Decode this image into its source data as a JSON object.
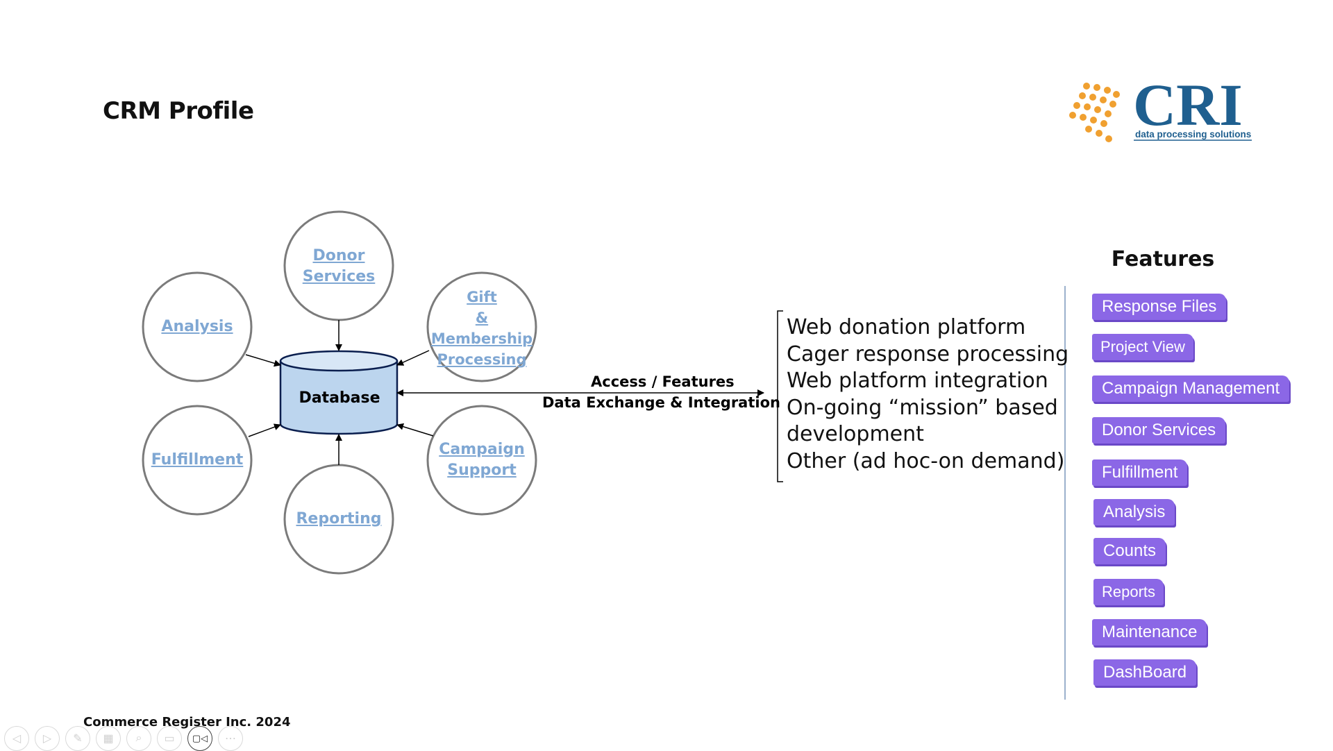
{
  "slide": {
    "title": "CRM Profile",
    "footer": "Commerce Register Inc. 2024"
  },
  "logo": {
    "brand": "CRI",
    "tagline": "data processing solutions",
    "dot_color": "#f0a030",
    "text_color": "#1f5f8f"
  },
  "diagram": {
    "center": "Database",
    "nodes": {
      "donor_services": [
        "Donor",
        "Services"
      ],
      "gift_membership": [
        "Gift",
        "&",
        "Membership",
        "Processing"
      ],
      "analysis": [
        "Analysis"
      ],
      "fulfillment": [
        "Fulfillment"
      ],
      "campaign_support": [
        "Campaign",
        "Support"
      ],
      "reporting": [
        "Reporting"
      ]
    },
    "arrow_label_top": "Access / Features",
    "arrow_label_bottom": "Data Exchange & Integration",
    "offerings": [
      "Web donation platform",
      "Cager response processing",
      "Web platform integration",
      "On-going “mission” based",
      "development",
      "Other (ad hoc-on demand)"
    ]
  },
  "features": {
    "heading": "Features",
    "items": [
      "Response Files",
      "Project View",
      "Campaign Management",
      "Donor Services",
      "Fulfillment",
      "Analysis",
      "Counts",
      "Reports",
      "Maintenance",
      "DashBoard"
    ],
    "pill_color": "#8b67e6"
  },
  "toolbar": {
    "icons": [
      "previous-icon",
      "next-icon",
      "pen-icon",
      "slides-grid-icon",
      "zoom-icon",
      "subtitles-icon",
      "camera-icon",
      "more-icon"
    ],
    "glyphs": [
      "◁",
      "▷",
      "✎",
      "▦",
      "⌕",
      "▭",
      "▢◁",
      "⋯"
    ]
  }
}
